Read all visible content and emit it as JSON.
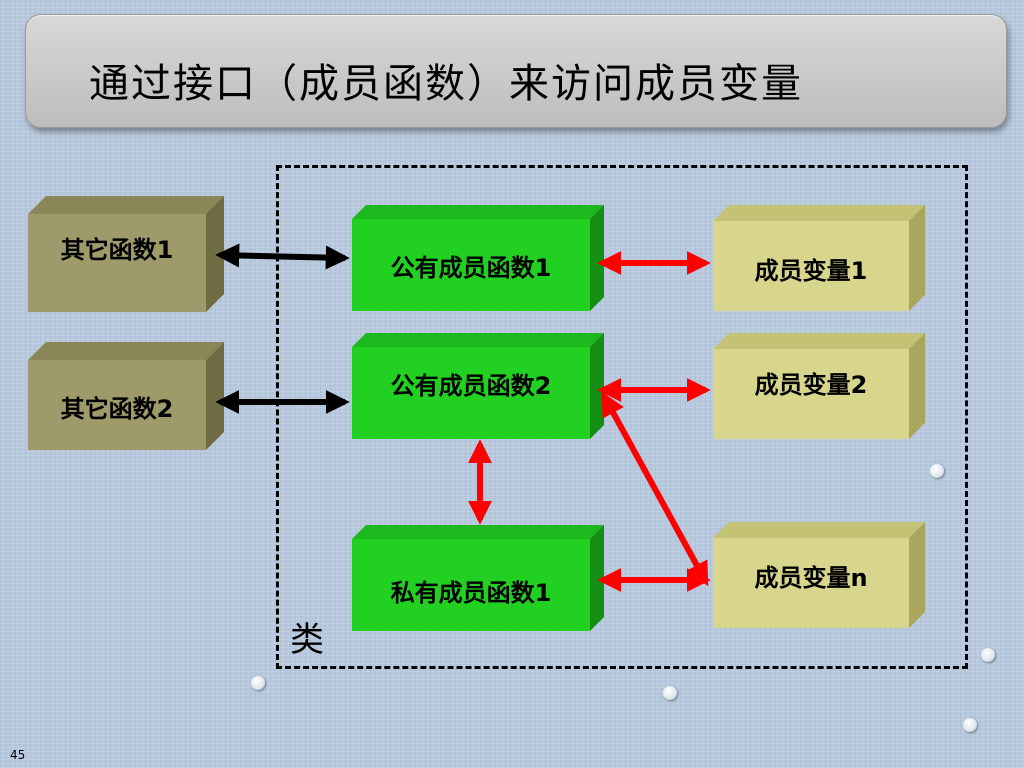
{
  "slide": {
    "title": "通过接口（成员函数）来访问成员变量",
    "class_label": "类",
    "page_number": "45"
  },
  "boxes": {
    "other1": "其它函数1",
    "other2": "其它函数2",
    "public1": "公有成员函数1",
    "public2": "公有成员函数2",
    "private1": "私有成员函数1",
    "var1": "成员变量1",
    "var2": "成员变量2",
    "varn": "成员变量n"
  },
  "colors": {
    "other_box": "#9e9a6a",
    "function_box": "#22d022",
    "variable_box": "#d8d68c",
    "external_arrow": "#000000",
    "internal_arrow": "#ff0000",
    "frame": "#000000"
  }
}
